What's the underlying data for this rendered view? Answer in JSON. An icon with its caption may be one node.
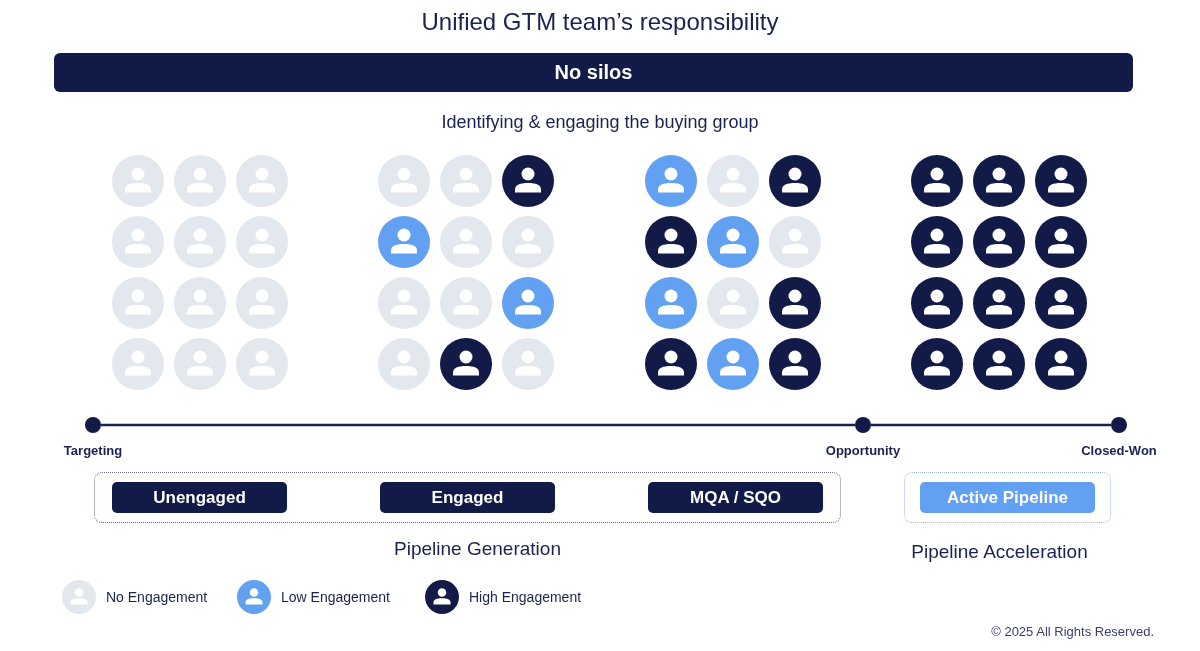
{
  "diagram": {
    "title": "Unified GTM team’s responsibility",
    "nodes": [
      {
        "text": [
          "No silos"
        ]
      },
      {
        "text": [],
        "shape": "circle",
        "beside": [
          "Targeting"
        ]
      },
      {
        "text": [],
        "shape": "circle",
        "beside": [
          "Opportunity"
        ]
      },
      {
        "text": [],
        "shape": "circle",
        "beside": [
          "Closed-Won"
        ]
      },
      {
        "text": [
          "Pipeline Generation"
        ]
      },
      {
        "text": [
          "Unengaged"
        ],
        "in": 4
      },
      {
        "text": [
          "Engaged"
        ],
        "in": 4
      },
      {
        "text": [
          "MQA / SQO"
        ],
        "in": 4
      },
      {
        "text": [
          "Pipeline Acceleration"
        ]
      },
      {
        "text": [
          "Active Pipeline"
        ],
        "in": 8
      }
    ],
    "edges": [
      {
        "from": 1,
        "to": 2,
        "arrow": "none"
      },
      {
        "from": 2,
        "to": 3,
        "arrow": "none"
      }
    ],
    "labels": [
      "Identifying & engaging the buying group",
      "© 2025 All Rights Reserved."
    ],
    "legend": [
      {
        "text": "No Engagement",
        "color": "#e3e7ee"
      },
      {
        "text": "Low Engagement",
        "color": "#62a1f1"
      },
      {
        "text": "High Engagement",
        "color": "#121a47"
      }
    ]
  }
}
